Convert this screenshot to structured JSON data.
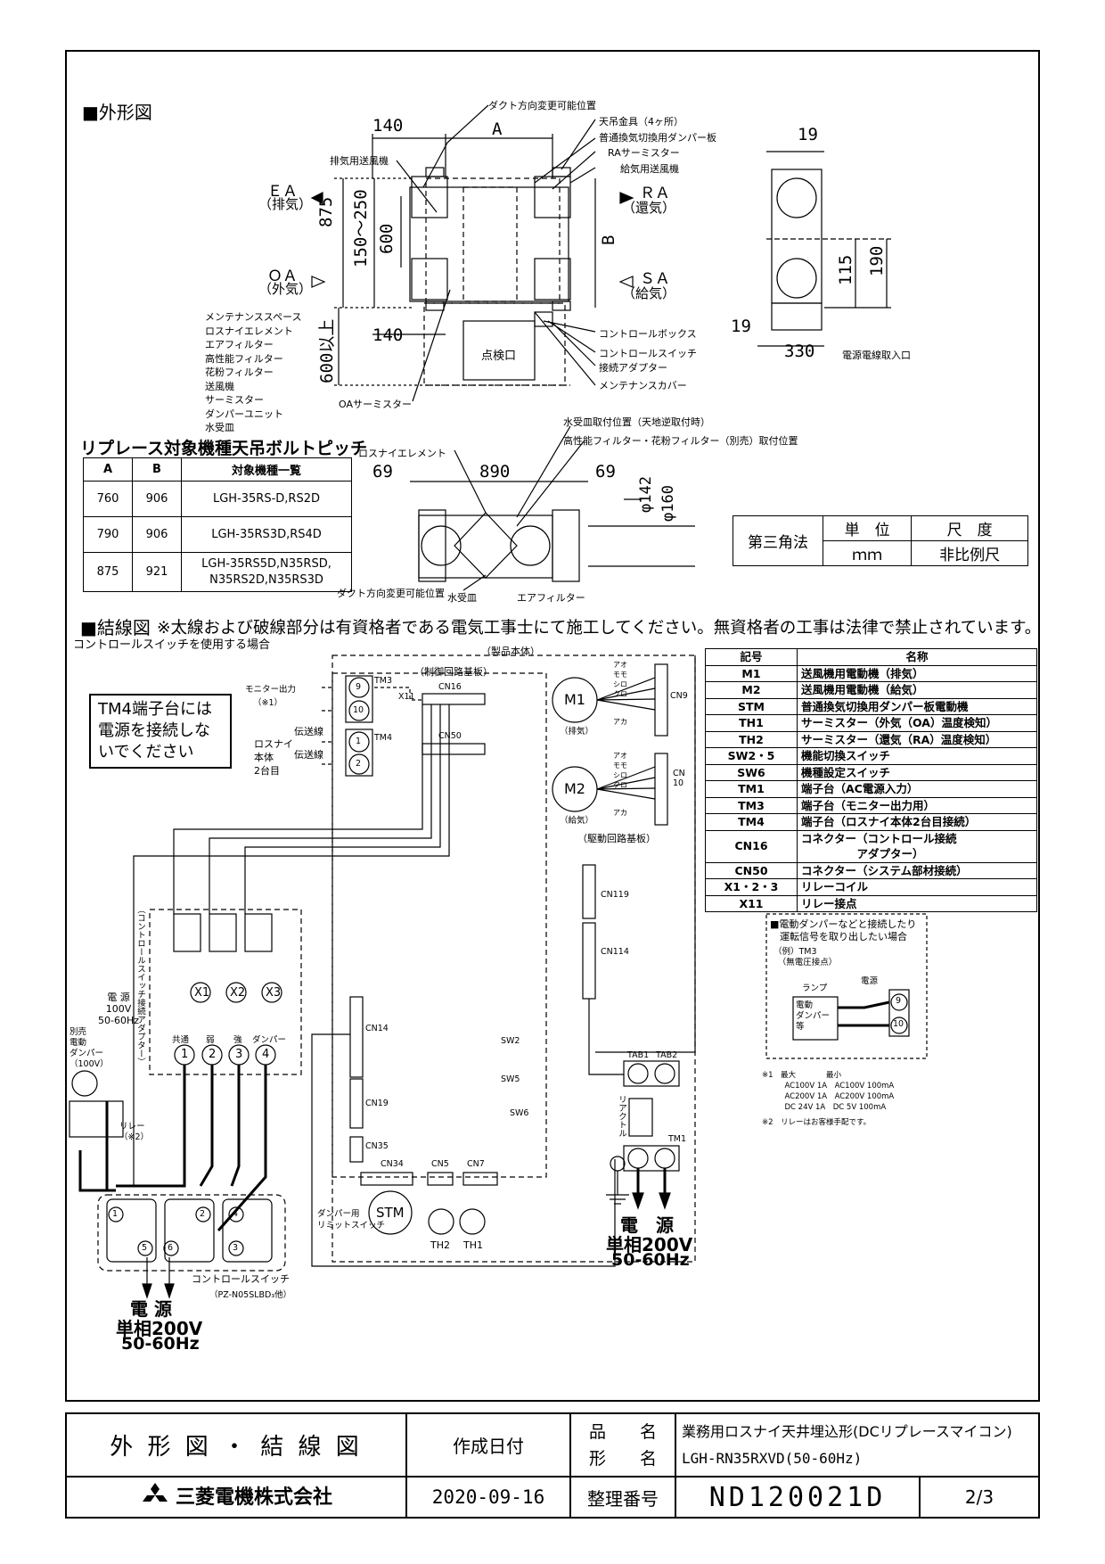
{
  "sections": {
    "outline_heading": "■外形図",
    "replace_heading": "リプレース対象機種天吊ボルトピッチ",
    "wiring_heading": "■結線図",
    "wiring_note": "※太線および破線部分は有資格者である電気工事士にて施工してください。無資格者の工事は法律で禁止されています。",
    "wiring_subheading": "コントロールスイッチを使用する場合"
  },
  "outline": {
    "dims": {
      "d140_top": "140",
      "dA": "A",
      "d19_top": "19",
      "d875": "875",
      "d150_250": "150～250",
      "d600": "600",
      "dB": "B",
      "d140_bot": "140",
      "d600up": "600以上",
      "d19_side": "19",
      "d115": "115",
      "d190": "190",
      "d330": "330",
      "d69_l": "69",
      "d890": "890",
      "d69_r": "69",
      "d142": "φ142",
      "d160": "φ160"
    },
    "labels": {
      "duct_dir": "ダクト方向変更可能位置",
      "ceiling_hanger": "天吊金具（4ヶ所）",
      "damper_board": "普通換気切換用ダンパー板",
      "ra_thermistor": "RAサーミスター",
      "supply_fan": "給気用送風機",
      "exhaust_fan": "排気用送風機",
      "ea": "ＥＡ",
      "ea_sub": "（排気）",
      "ra": "ＲＡ",
      "ra_sub": "（還気）",
      "oa": "ＯＡ",
      "oa_sub": "（外気）",
      "sa": "ＳＡ",
      "sa_sub": "（給気）",
      "control_box": "コントロールボックス",
      "control_switch": "コントロールスイッチ",
      "adapter": "接続アダプター",
      "maint_cover": "メンテナンスカバー",
      "oa_thermistor": "OAサーミスター",
      "inspection": "点検口",
      "power_cable": "電源電線取入口",
      "lossnay_element": "ロスナイエレメント",
      "drain_pos": "水受皿取付位置（天地逆取付時）",
      "filter_pos": "高性能フィルター・花粉フィルター（別売）取付位置",
      "duct_dir2": "ダクト方向変更可能位置",
      "drain_pan": "水受皿",
      "air_filter": "エアフィルター"
    },
    "maintenance_space": [
      "メンテナンススペース",
      "ロスナイエレメント",
      "エアフィルター",
      "高性能フィルター",
      "花粉フィルター",
      "送風機",
      "サーミスター",
      "ダンパーユニット",
      "水受皿"
    ]
  },
  "replace_table": {
    "headers": [
      "A",
      "B",
      "対象機種一覧"
    ],
    "rows": [
      [
        "760",
        "906",
        "LGH-35RS-D,RS2D"
      ],
      [
        "790",
        "906",
        "LGH-35RS3D,RS4D"
      ],
      [
        "875",
        "921",
        "LGH-35RS5D,N35RSD,\nN35RS2D,N35RS3D"
      ]
    ]
  },
  "scale_table": {
    "method": "第三角法",
    "unit_h": "単　位",
    "unit": "ｍｍ",
    "scale_h": "尺　度",
    "scale": "非比例尺"
  },
  "legend": {
    "header": [
      "記号",
      "名称"
    ],
    "rows": [
      [
        "M1",
        "送風機用電動機（排気）"
      ],
      [
        "M2",
        "送風機用電動機（給気）"
      ],
      [
        "STM",
        "普通換気切換用ダンパー板電動機"
      ],
      [
        "TH1",
        "サーミスター（外気（OA）温度検知）"
      ],
      [
        "TH2",
        "サーミスター（還気（RA）温度検知）"
      ],
      [
        "SW2・5",
        "機能切換スイッチ"
      ],
      [
        "SW6",
        "機種設定スイッチ"
      ],
      [
        "TM1",
        "端子台（AC電源入力）"
      ],
      [
        "TM3",
        "端子台（モニター出力用）"
      ],
      [
        "TM4",
        "端子台（ロスナイ本体2台目接続）"
      ],
      [
        "CN16",
        "コネクター（コントロール接続\n　　　　　アダプター）"
      ],
      [
        "CN50",
        "コネクター（システム部材接続）"
      ],
      [
        "X1・2・3",
        "リレーコイル"
      ],
      [
        "X11",
        "リレー接点"
      ]
    ]
  },
  "wiring": {
    "warn_box": "TM4端子台には\n電源を接続しな\nいでください",
    "product_body": "（製品本体）",
    "control_board": "（制御回路基板）",
    "drive_board": "（駆動回路基板）",
    "monitor_out": "モニター出力",
    "note1_ref": "（※1）",
    "lossnay_body": "ロスナイ\n本体\n2台目",
    "trans1": "伝送線",
    "trans2": "伝送線",
    "tm3": "TM3",
    "tm4": "TM4",
    "x11": "X11",
    "cn16": "CN16",
    "cn50": "CN50",
    "m1": "M1",
    "m1_sub": "（排気）",
    "m2": "M2",
    "m2_sub": "（給気）",
    "cn9": "CN9",
    "cn10": "CN\n10",
    "wire_colors": [
      "アオ",
      "モモ",
      "シロ",
      "クロ",
      "アカ"
    ],
    "cn119": "CN119",
    "cn114": "CN114",
    "cn14": "CN14",
    "cn19": "CN19",
    "cn35": "CN35",
    "cn34": "CN34",
    "cn5": "CN5",
    "cn7": "CN7",
    "sw2": "SW2",
    "sw5": "SW5",
    "sw6": "SW6",
    "stm": "STM",
    "th2": "TH2",
    "th1": "TH1",
    "tab1": "TAB1",
    "tab2": "TAB2",
    "reactor": "リアクトル",
    "tm1": "TM1",
    "damper_limit": "ダンパー用\nリミットスイッチ",
    "adapter_v": "（コントロールスイッチ接続アダプター）",
    "x1": "X1",
    "x2": "X2",
    "x3": "X3",
    "terminals": [
      "共通",
      "弱",
      "強",
      "ダンパー"
    ],
    "term_nums": [
      "1",
      "2",
      "3",
      "4"
    ],
    "power_l": "電 源\n100V\n50-60Hz",
    "sep_damper": "別売\n電動\nダンパー\n（100V）",
    "relay": "リレー\n（※2）",
    "power_r_1": "電　源",
    "power_r_2": "単相200V",
    "power_r_3": "50-60Hz",
    "power_b_1": "電 源",
    "power_b_2": "単相200V",
    "power_b_3": "50-60Hz",
    "cs_label": "コントロールスイッチ",
    "cs_model": "（PZ-N05SLBD₃他）",
    "cs_nums": [
      "1",
      "2",
      "4",
      "5",
      "6",
      "3"
    ],
    "damper_box_title": "■電動ダンパーなどと接続したり\n　運転信号を取り出したい場合",
    "damper_box_ex": "（例）TM3\n　（無電圧接点）",
    "damper_lamp": "ランプ",
    "damper_power": "電源",
    "damper_dev": "電動\nダンパー\n等",
    "tm3_9": "9",
    "tm3_10": "10",
    "note1": "※1　最大　　　　最小\n　　　AC100V 1A　AC100V 100mA\n　　　AC200V 1A　AC200V 100mA\n　　　DC 24V 1A　DC 5V 100mA",
    "note2": "※2　リレーはお客様手配です。"
  },
  "title_block": {
    "doc_title": "外 形 図 ・ 結 線 図",
    "created": "作成日付",
    "product_label": "品　　名",
    "model_label": "形　　名",
    "product": "業務用ロスナイ天井埋込形(DCリプレースマイコン)",
    "model": "LGH-RN35RXVD(50-60Hz)",
    "company": "三菱電機株式会社",
    "date": "2020-09-16",
    "ref_label": "整理番号",
    "ref": "ND120021D",
    "page": "2/3"
  }
}
